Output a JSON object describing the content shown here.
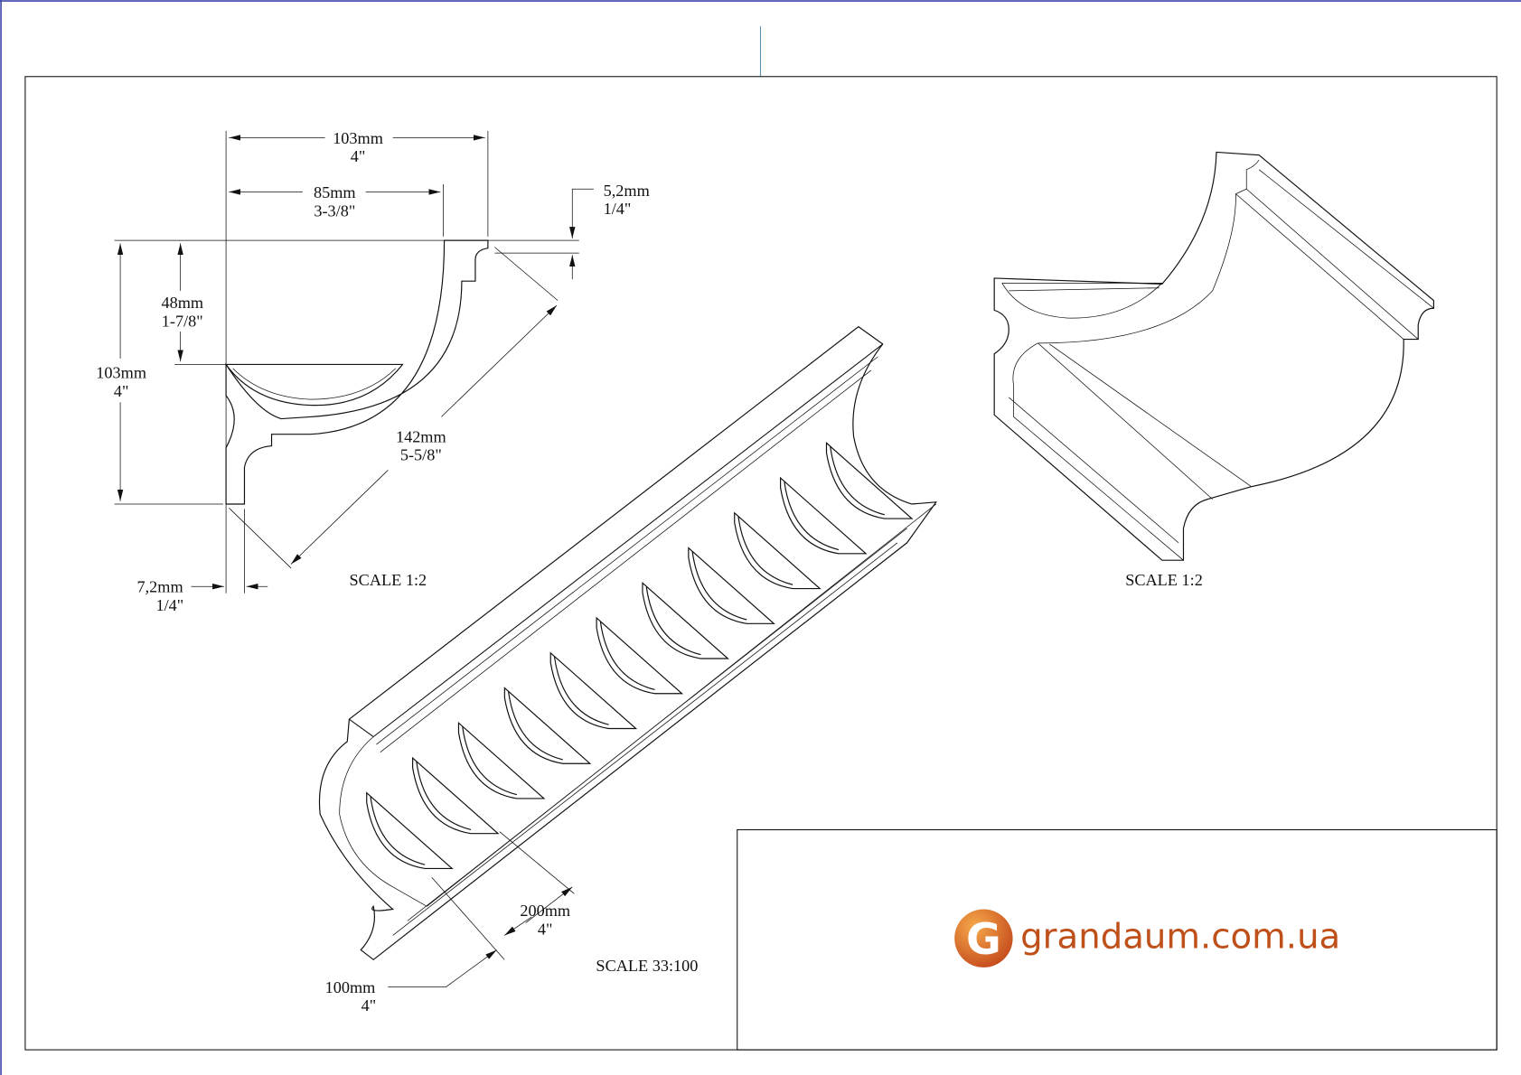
{
  "drawing": {
    "profile_view": {
      "dims": {
        "total_width": {
          "mm": "103mm",
          "inch": "4\""
        },
        "inner_width": {
          "mm": "85mm",
          "inch": "3-3/8\""
        },
        "top_lip": {
          "mm": "5,2mm",
          "inch": "1/4\""
        },
        "cup_depth": {
          "mm": "48mm",
          "inch": "1-7/8\""
        },
        "total_height": {
          "mm": "103mm",
          "inch": "4\""
        },
        "diagonal": {
          "mm": "142mm",
          "inch": "5-5/8\""
        },
        "bottom_lip": {
          "mm": "7,2mm",
          "inch": "1/4\""
        }
      },
      "scale": "SCALE  1:2"
    },
    "iso_view": {
      "dims": {
        "rib_spacing": {
          "mm": "200mm",
          "inch": "4\""
        },
        "end_offset": {
          "mm": "100mm",
          "inch": "4\""
        }
      },
      "rib_count": 11,
      "scale": "SCALE  33:100"
    },
    "detail_view": {
      "scale": "SCALE  1:2"
    }
  },
  "title_block": {
    "logo_letter": "G",
    "logo_text": "grandaum.com.ua"
  },
  "colors": {
    "brand": "#c0501a",
    "logo_light": "#f39a3a",
    "frame": "#111111",
    "page_edge": "#3b46a8"
  }
}
